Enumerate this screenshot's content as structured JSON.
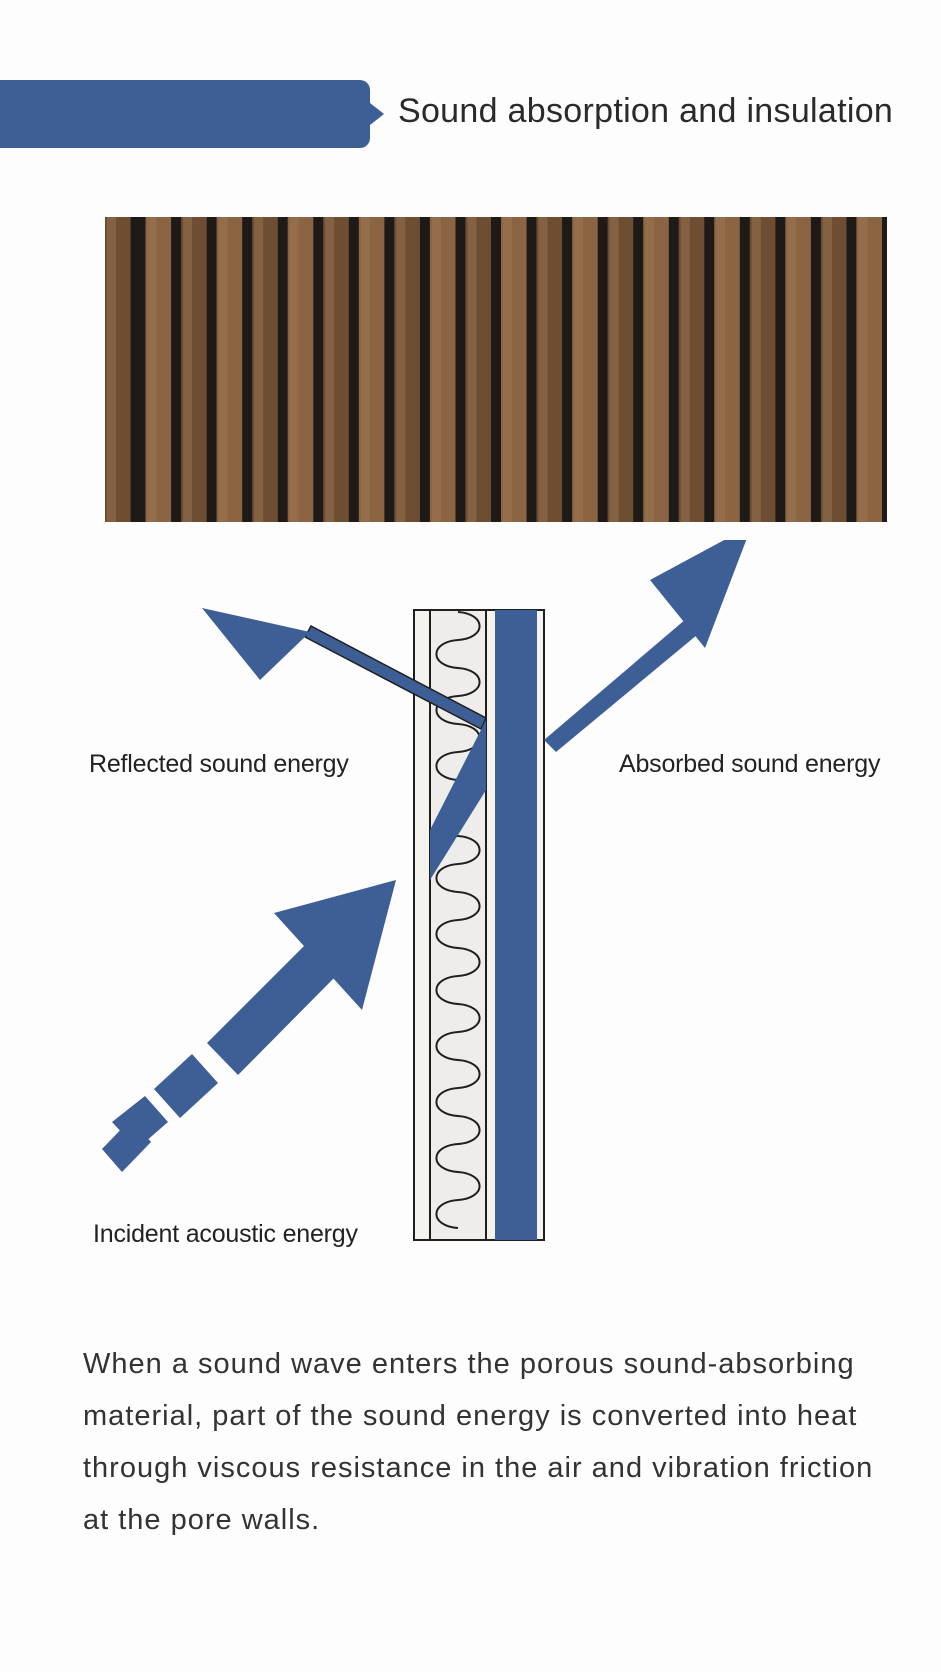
{
  "colors": {
    "accent": "#3d5f96",
    "wood": "#8a6443",
    "wood_dark": "#6e4e33",
    "gap": "#1e1a17",
    "panel_core": "#efedec",
    "outline": "#1f1f1f"
  },
  "header": {
    "title": "Sound absorption and insulation"
  },
  "panel": {
    "slat_count": 22
  },
  "diagram": {
    "reflected_label": "Reflected sound energy",
    "absorbed_label": "Absorbed sound energy",
    "incident_label": "Incident acoustic energy"
  },
  "description": "When a sound wave enters the porous sound-absorbing material, part of the sound energy is converted into heat through viscous resistance in the air and vibration friction at the pore walls."
}
